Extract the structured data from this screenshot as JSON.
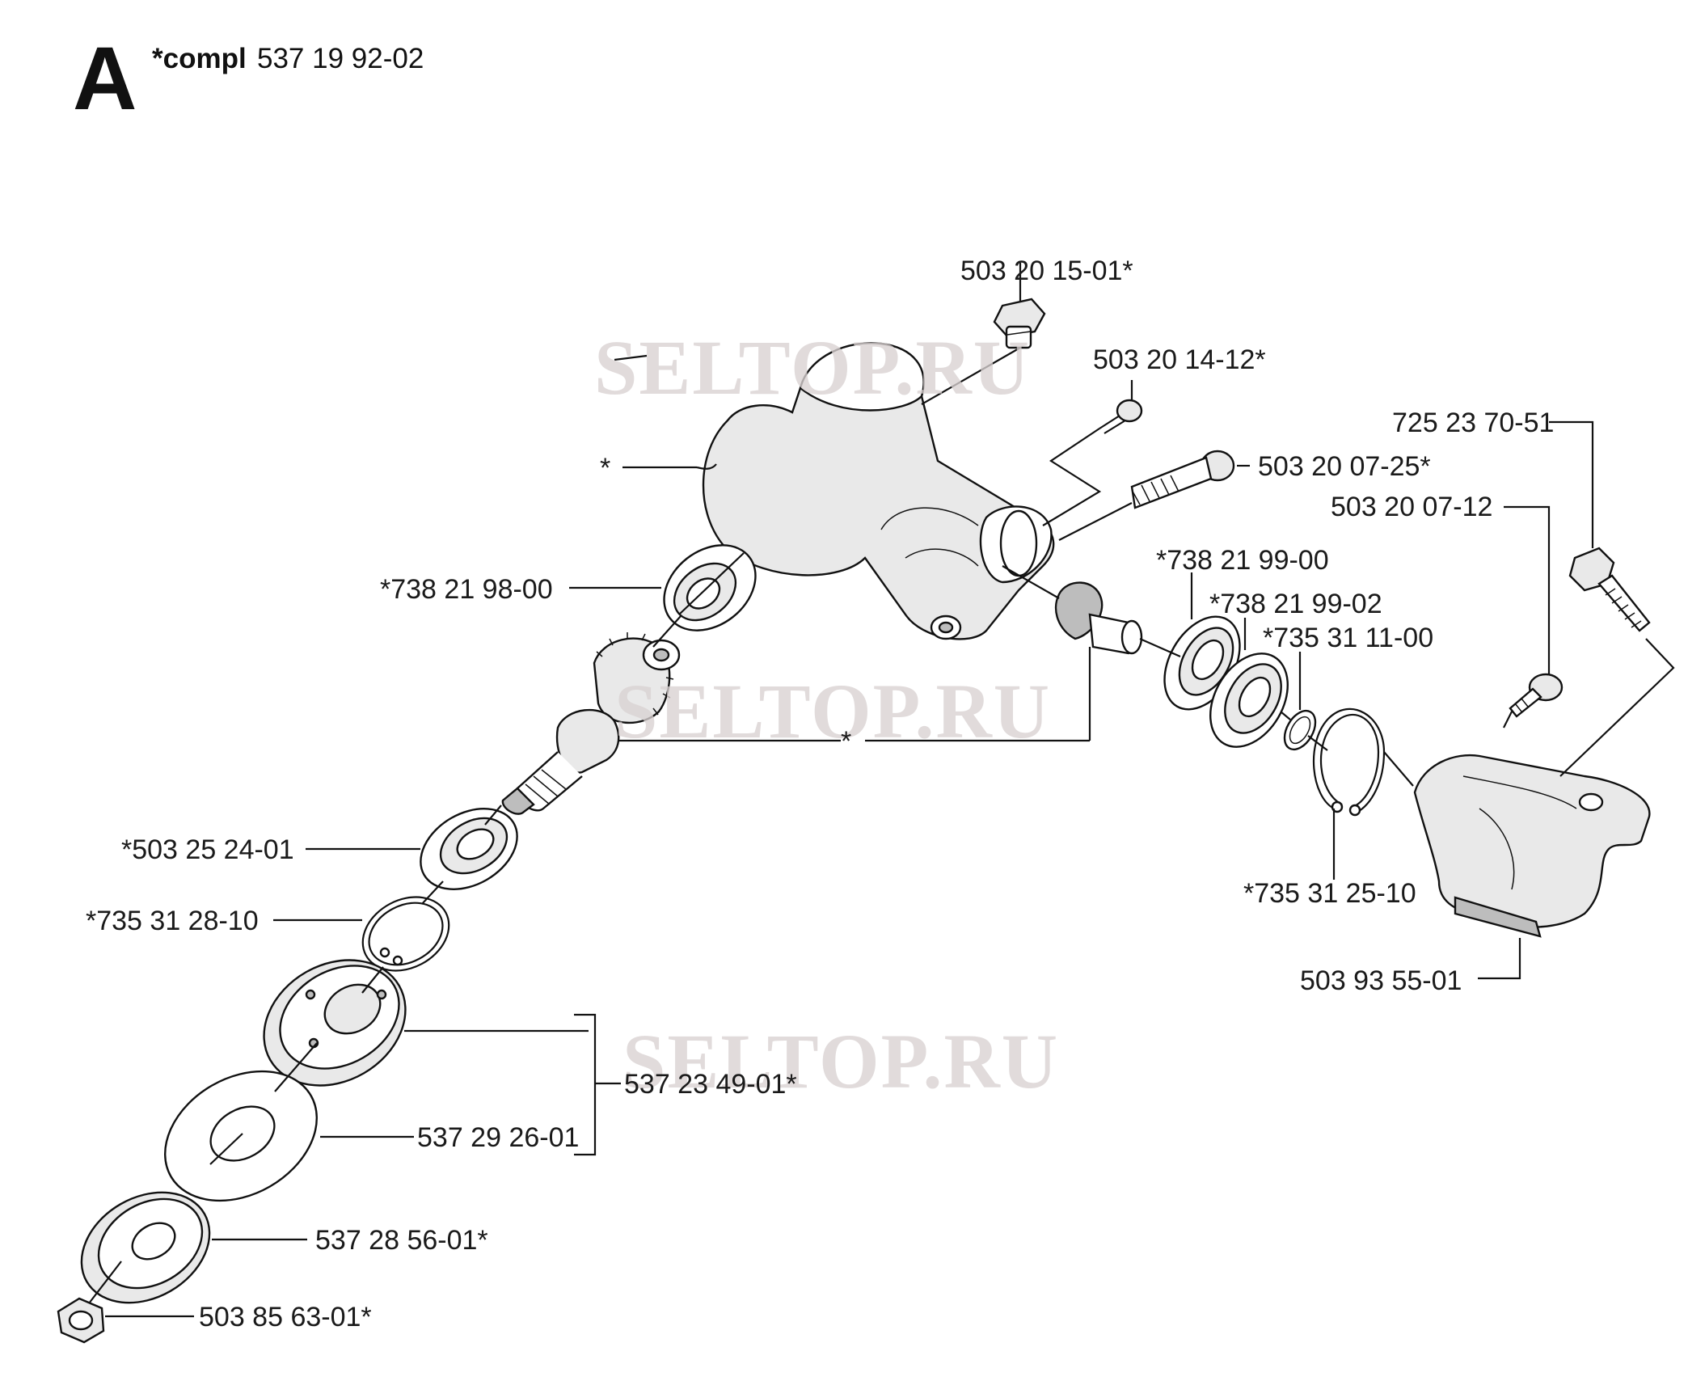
{
  "header": {
    "section_letter": "A",
    "compl_prefix": "*compl",
    "compl_number": "537 19 92-02"
  },
  "watermark": "SELTOP.RU",
  "labels": {
    "p_503201501": "503 20 15-01*",
    "p_503201412": "503 20 14-12*",
    "p_725237051": "725 23 70-51",
    "p_503200725": "503 20 07-25*",
    "p_503200712": "503 20 07-12",
    "p_738219900": "*738 21 99-00",
    "p_738219902": "*738 21 99-02",
    "p_735311100": "*735 31 11-00",
    "p_housing": "*",
    "p_738219800": "*738 21 98-00",
    "p_gearset": "*",
    "p_503252401": "*503 25 24-01",
    "p_735312810": "*735 31 28-10",
    "p_735312510": "*735 31 25-10",
    "p_503935501": "503 93 55-01",
    "p_537234901": "537 23 49-01*",
    "p_537292601": "537 29 26-01",
    "p_537285601": "537 28 56-01*",
    "p_503856301": "503 85 63-01*"
  }
}
